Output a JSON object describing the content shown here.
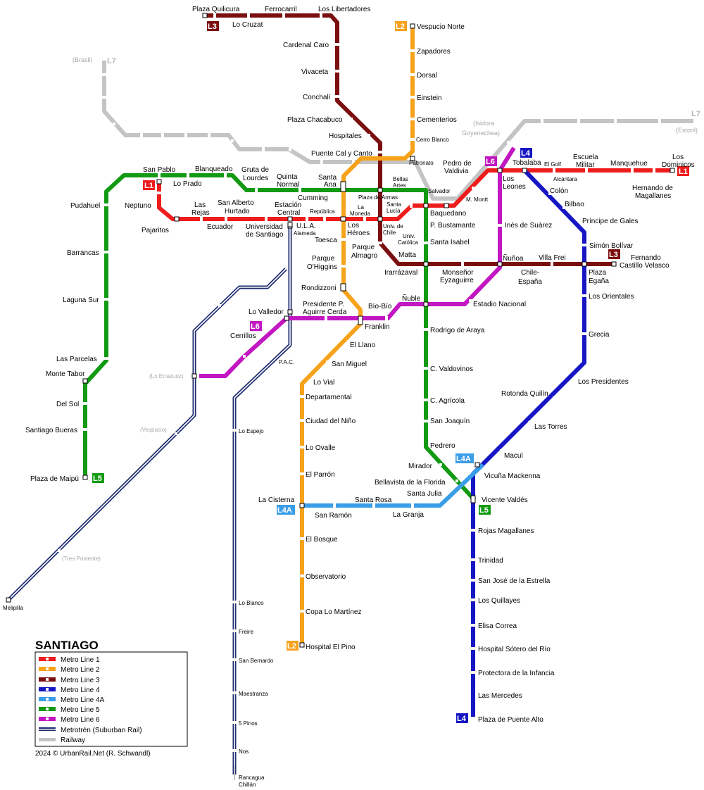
{
  "title": "SANTIAGO",
  "credit": "2024 © UrbanRail.Net (R. Schwandl)",
  "colors": {
    "L1": "#ee1c1c",
    "L2": "#f7a21b",
    "L3": "#7b0f0f",
    "L4": "#1616c4",
    "L4A": "#3a9de8",
    "L5": "#129a12",
    "L6": "#c216c2",
    "metrotren": "#1e2a6e",
    "railway": "#c4c4c4"
  },
  "legend": [
    {
      "key": "L1",
      "label": "Metro Line 1"
    },
    {
      "key": "L2",
      "label": "Metro Line 2"
    },
    {
      "key": "L3",
      "label": "Metro Line 3"
    },
    {
      "key": "L4",
      "label": "Metro Line 4"
    },
    {
      "key": "L4A",
      "label": "Metro Line 4A"
    },
    {
      "key": "L5",
      "label": "Metro Line 5"
    },
    {
      "key": "L6",
      "label": "Metro Line 6"
    },
    {
      "key": "metrotren",
      "label": "Metrotrén (Suburban Rail)"
    },
    {
      "key": "railway",
      "label": "Railway"
    }
  ],
  "badges": {
    "L1": "L1",
    "L2": "L2",
    "L3": "L3",
    "L4": "L4",
    "L4A": "L4A",
    "L5": "L5",
    "L6": "L6",
    "L7": "L7"
  },
  "stations": {
    "plaza_quilicura": "Plaza Quilicura",
    "ferrocarril": "Ferrocarril",
    "los_libertadores": "Los Libertadores",
    "lo_cruzat": "Lo Cruzat",
    "cardenal_caro": "Cardenal Caro",
    "vivaceta": "Vivaceta",
    "conchali": "Conchalí",
    "plaza_chacabuco": "Plaza Chacabuco",
    "hospitales": "Hospitales",
    "puente_cal": "Puente Cal y Canto",
    "vespucio_norte": "Vespucio Norte",
    "zapadores": "Zapadores",
    "dorsal": "Dorsal",
    "einstein": "Einstein",
    "cementerios": "Cementerios",
    "cerro_blanco": "Cerro Blanco",
    "patronato": "Patronato",
    "brasil": "(Brasil)",
    "isidora": "(Isidora",
    "goyenechea": "Goyenechea)",
    "estoril": "(Estoril)",
    "san_pablo": "San Pablo",
    "lo_prado": "Lo Prado",
    "blanqueado": "Blanqueado",
    "gruta1": "Gruta de",
    "gruta2": "Lourdes",
    "quinta1": "Quinta",
    "quinta2": "Normal",
    "santa_ana1": "Santa",
    "santa_ana2": "Ana",
    "bellas1": "Bellas",
    "bellas2": "Artes",
    "plaza_armas": "Plaza de Armas",
    "salvador": "Salvador",
    "pedro_valdivia1": "Pedro de",
    "pedro_valdivia2": "Valdivia",
    "los_leones1": "Los",
    "los_leones2": "Leones",
    "tobalaba": "Tobalaba",
    "el_golf": "El Golf",
    "alcantara": "Alcántara",
    "escuela1": "Escuela",
    "escuela2": "Militar",
    "manquehue": "Manquehue",
    "los_dominicos1": "Los",
    "los_dominicos2": "Dominicos",
    "hernando1": "Hernando de",
    "hernando2": "Magallanes",
    "m_montt": "M. Montt",
    "colon": "Colón",
    "bilbao": "Bilbao",
    "neptuno": "Neptuno",
    "pajaritos": "Pajaritos",
    "las_rejas1": "Las",
    "las_rejas2": "Rejas",
    "san_alberto1": "San Alberto",
    "san_alberto2": "Hurtado",
    "ecuador": "Ecuador",
    "estacion1": "Estación",
    "estacion2": "Central",
    "cumming": "Cumming",
    "republica": "República",
    "la_moneda1": "La",
    "la_moneda2": "Moneda",
    "santa_lucia1": "Santa",
    "santa_lucia2": "Lucía",
    "universidad1": "Universidad",
    "universidad2": "de Santiago",
    "ula": "U.L.A.",
    "alameda": "Alameda",
    "los_heroes1": "Los",
    "los_heroes2": "Héroes",
    "univ_chile1": "Univ. de",
    "univ_chile2": "Chile",
    "univ_catolica1": "Univ.",
    "univ_catolica2": "Católica",
    "baquedano": "Baquedano",
    "p_bustamante": "P. Bustamante",
    "santa_isabel": "Santa Isabel",
    "ines": "Inés de Suárez",
    "principe_gales": "Príncipe de Gales",
    "simon_bolivar": "Simón Bolívar",
    "fernando1": "Fernando",
    "fernando2": "Castillo Velasco",
    "toesca": "Toesca",
    "parque_almagro1": "Parque",
    "parque_almagro2": "Almagro",
    "matta": "Matta",
    "irarrazaval": "Irarrázaval",
    "monsenor1": "Monseñor",
    "monsenor2": "Eyzaguirre",
    "nunoa": "Ñuñoa",
    "villa_frei": "Villa Frei",
    "chile_espana1": "Chile-",
    "chile_espana2": "España",
    "plaza_egana1": "Plaza",
    "plaza_egana2": "Egaña",
    "los_orientales": "Los Orientales",
    "parque_ohiggins1": "Parque",
    "parque_ohiggins2": "O'Higgins",
    "rondizzoni": "Rondizzoni",
    "pudahuel": "Pudahuel",
    "barrancas": "Barrancas",
    "laguna_sur": "Laguna Sur",
    "las_parcelas": "Las Parcelas",
    "monte_tabor": "Monte Tabor",
    "del_sol": "Del Sol",
    "santiago_bueras": "Santiago Bueras",
    "plaza_maipu": "Plaza de Maipú",
    "lo_valledor": "Lo Valledor",
    "presidente1": "Presidente P.",
    "presidente2": "Aguirre Cerda",
    "biobio": "Bío-Bío",
    "nuble": "Ñuble",
    "estadio_nacional": "Estadio Nacional",
    "cerrillos": "Cerrillos",
    "franklin": "Franklin",
    "el_llano": "El Llano",
    "san_miguel": "San Miguel",
    "lo_vial": "Lo Vial",
    "departamental": "Departamental",
    "ciudad_nino": "Ciudad del Niño",
    "lo_ovalle": "Lo Ovalle",
    "el_parron": "El Parrón",
    "la_cisterna": "La Cisterna",
    "el_bosque": "El Bosque",
    "observatorio": "Observatorio",
    "copa": "Copa Lo Martínez",
    "hospital_pino": "Hospital El Pino",
    "rodrigo_araya": "Rodrigo de Araya",
    "c_valdovinos": "C. Valdovinos",
    "c_agricola": "C. Agrícola",
    "san_joaquin": "San Joaquín",
    "pedrero": "Pedrero",
    "mirador": "Mirador",
    "bellavista": "Bellavista de la Florida",
    "santa_julia": "Santa Julia",
    "santa_rosa": "Santa Rosa",
    "san_ramon": "San Ramón",
    "la_granja": "La Granja",
    "vicente_valdes": "Vicente Valdés",
    "vicuna": "Vicuña Mackenna",
    "macul": "Macul",
    "las_torres": "Las Torres",
    "rotonda": "Rotonda Quilín",
    "los_presidentes": "Los Presidentes",
    "grecia": "Grecia",
    "rojas": "Rojas Magallanes",
    "trinidad": "Trinidad",
    "san_jose": "San José de la Estrella",
    "los_quillayes": "Los Quillayes",
    "elisa": "Elisa Correa",
    "sotero": "Hospital Sótero del Río",
    "protectora": "Protectora de la Infancia",
    "las_mercedes": "Las Mercedes",
    "puente_alto": "Plaza de Puente Alto",
    "lo_errazuriz": "(Lo Errázuriz)",
    "vespucio": "(Vespucio)",
    "tres_poniente": "(Tres Poniente)",
    "melipilla": "Melipilla",
    "pac": "P.A.C.",
    "lo_espejo": "Lo Espejo",
    "lo_blanco": "Lo Blanco",
    "freire": "Freire",
    "san_bernardo": "San Bernardo",
    "maestranza": "Maestranza",
    "cinco_pinos": "5 Pinos",
    "nos": "Nos",
    "rancagua": "Rancagua",
    "chillan": "Chillán"
  }
}
